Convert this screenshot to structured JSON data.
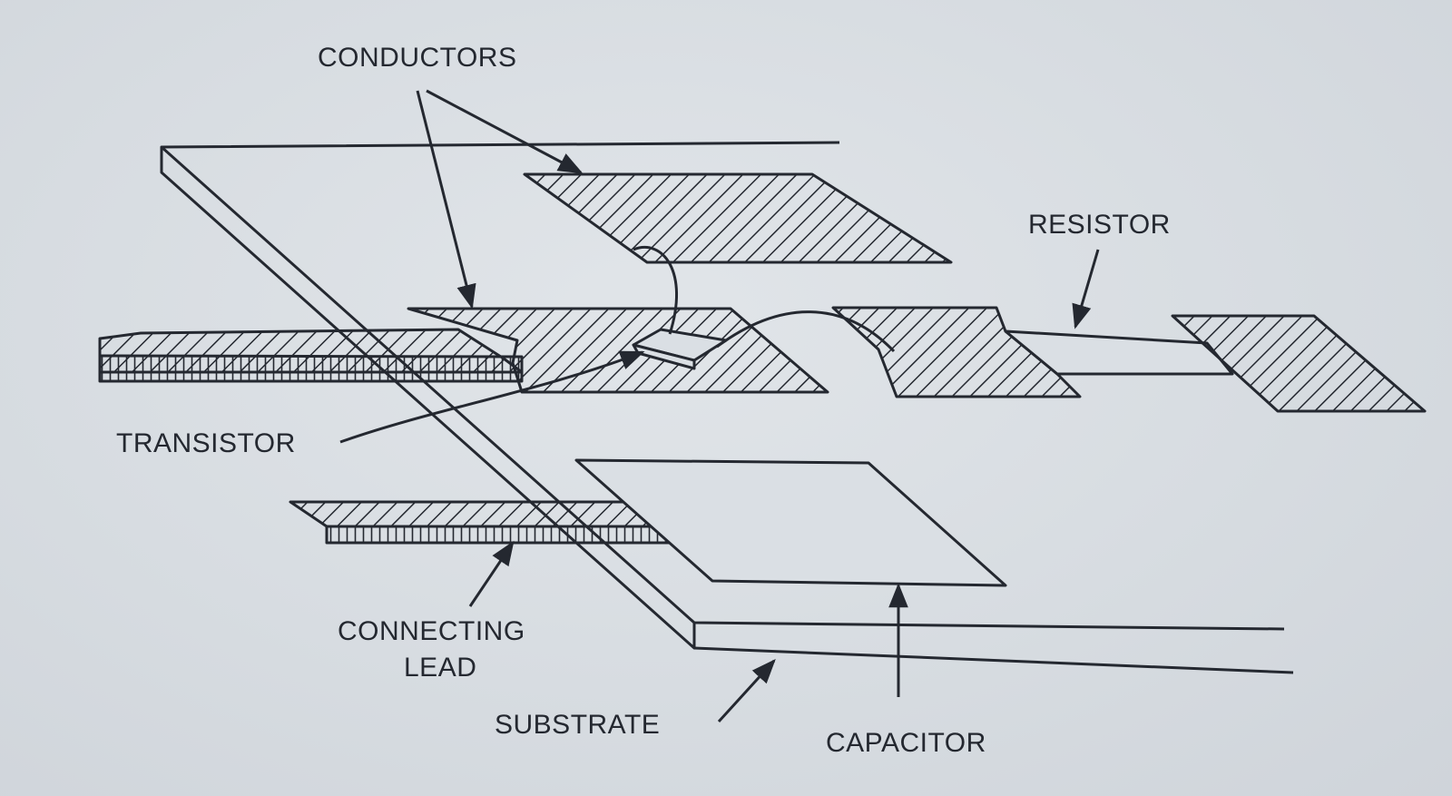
{
  "labels": {
    "conductors": "CONDUCTORS",
    "resistor": "RESISTOR",
    "transistor": "TRANSISTOR",
    "connecting_line1": "CONNECTING",
    "connecting_line2": "LEAD",
    "substrate": "SUBSTRATE",
    "capacitor": "CAPACITOR"
  },
  "colors": {
    "ink": "#242830",
    "paper": "#dadfe4"
  }
}
